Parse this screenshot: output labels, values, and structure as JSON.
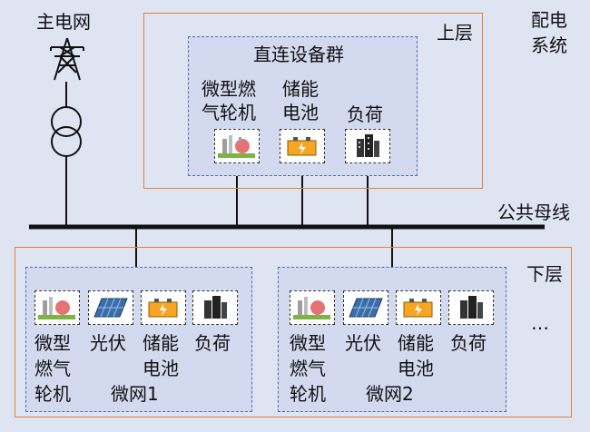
{
  "labels": {
    "main_grid": "主电网",
    "dist_system_l1": "配电",
    "dist_system_l2": "系统",
    "upper_layer": "上层",
    "lower_layer": "下层",
    "direct_group": "直连设备群",
    "public_bus": "公共母线",
    "ellipsis": "…"
  },
  "upper_devices": [
    {
      "line1": "微型燃",
      "line2": "气轮机",
      "icon": "gas-turbine-icon"
    },
    {
      "line1": "储能",
      "line2": "电池",
      "icon": "battery-icon"
    },
    {
      "line1": "负荷",
      "line2": "",
      "icon": "load-buildings-icon"
    }
  ],
  "microgrids": [
    {
      "name": "微网1",
      "devices": [
        {
          "lines": [
            "微型",
            "燃气",
            "轮机"
          ],
          "icon": "gas-turbine-icon"
        },
        {
          "lines": [
            "光伏"
          ],
          "icon": "solar-panel-icon"
        },
        {
          "lines": [
            "储能",
            "电池"
          ],
          "icon": "battery-icon"
        },
        {
          "lines": [
            "负荷"
          ],
          "icon": "load-buildings-icon"
        }
      ]
    },
    {
      "name": "微网2",
      "devices": [
        {
          "lines": [
            "微型",
            "燃气",
            "轮机"
          ],
          "icon": "gas-turbine-icon"
        },
        {
          "lines": [
            "光伏"
          ],
          "icon": "solar-panel-icon"
        },
        {
          "lines": [
            "储能",
            "电池"
          ],
          "icon": "battery-icon"
        },
        {
          "lines": [
            "负荷"
          ],
          "icon": "load-buildings-icon"
        }
      ]
    }
  ],
  "colors": {
    "background": "#dfe4f3",
    "layer_border": "#e8803a",
    "group_border": "#4a6fb5",
    "group_fill": "#d3d9ef"
  }
}
